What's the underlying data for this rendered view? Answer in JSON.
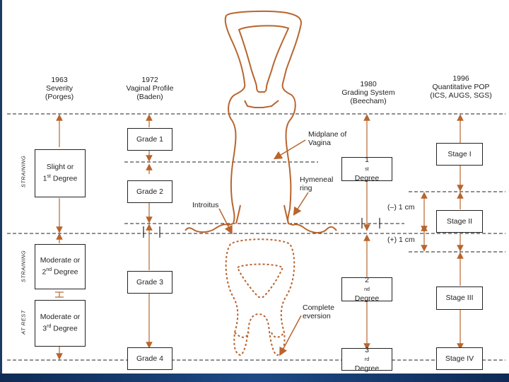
{
  "columns": {
    "porges": {
      "year": "1963",
      "title": "Severity",
      "sub": "(Porges)"
    },
    "baden": {
      "year": "1972",
      "title": "Vaginal Profile",
      "sub": "(Baden)"
    },
    "beecham": {
      "year": "1980",
      "title": "Grading System",
      "sub": "(Beecham)"
    },
    "pop": {
      "year": "1996",
      "title": "Quantitative POP",
      "sub": "(ICS, AUGS, SGS)"
    }
  },
  "porges_boxes": {
    "slight": {
      "line1": "Slight or",
      "line2": "1st Degree"
    },
    "moderate2": {
      "line1": "Moderate or",
      "line2": "2nd Degree"
    },
    "moderate3": {
      "line1": "Moderate or",
      "line2": "3rd Degree"
    }
  },
  "side_labels": {
    "straining_top": "STRAINING",
    "straining_mid": "STRAINING",
    "at_rest": "AT REST"
  },
  "baden_boxes": [
    "Grade 1",
    "Grade 2",
    "Grade 3",
    "Grade 4"
  ],
  "beecham_boxes": [
    "1st Degree",
    "2nd Degree",
    "3rd Degree"
  ],
  "pop_boxes": [
    "Stage I",
    "Stage II",
    "Stage III",
    "Stage IV"
  ],
  "offsets": {
    "minus": "(–) 1 cm",
    "plus": "(+) 1 cm"
  },
  "labels": {
    "midplane_1": "Midplane of",
    "midplane_2": "Vagina",
    "hymeneal_1": "Hymeneal",
    "hymeneal_2": "ring",
    "introitus": "Introitus",
    "eversion_1": "Complete",
    "eversion_2": "eversion"
  },
  "colors": {
    "anatomy": "#b8652e",
    "arrow": "#b8652e",
    "line": "#222222",
    "frame": "#1b3a66"
  }
}
